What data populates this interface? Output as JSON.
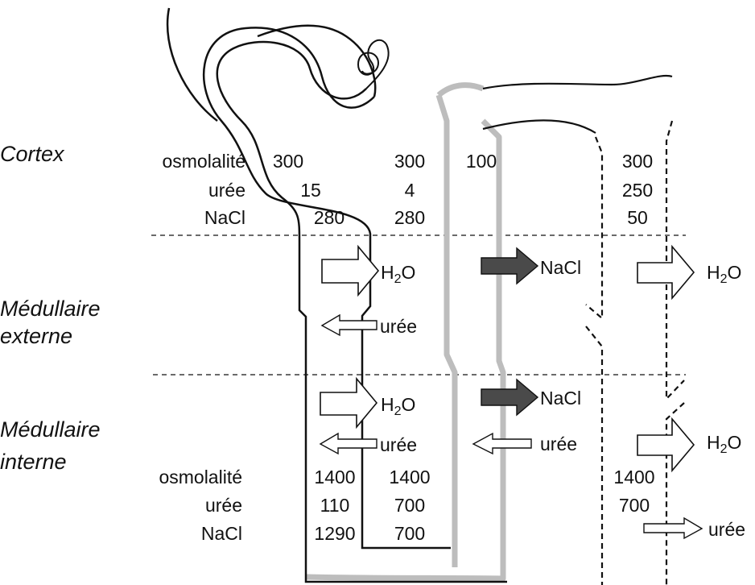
{
  "zones": {
    "cortex": "Cortex",
    "outer_medulla": [
      "Médullaire",
      "externe"
    ],
    "inner_medulla": [
      "Médullaire",
      "interne"
    ]
  },
  "rows": {
    "osmolality": "osmolalité",
    "urea": "urée",
    "nacl": "NaCl"
  },
  "cortex_values": {
    "descending_limb": {
      "osmolality": "300",
      "urea": "15",
      "nacl": "280"
    },
    "interstitium": {
      "osmolality": "300",
      "urea": "4",
      "nacl": "280"
    },
    "thick_ascending_limb": {
      "osmolality": "100"
    },
    "collecting_duct": {
      "osmolality": "300",
      "urea": "250",
      "nacl": "50"
    }
  },
  "inner_medulla_values": {
    "loop_tip": {
      "osmolality": "1400",
      "urea": "110",
      "nacl": "1290"
    },
    "interstitium": {
      "osmolality": "1400",
      "urea": "700",
      "nacl": "700"
    },
    "collecting_duct": {
      "osmolality": "1400",
      "urea": "700"
    }
  },
  "fluxes": {
    "water": {
      "base": "H",
      "sub": "2",
      "tail": "O"
    },
    "salt": "NaCl",
    "urea": "urée"
  },
  "colors": {
    "ink": "#111111",
    "ascending_limb_gray": "#bdbdbd",
    "active_transport_arrow": "#4a4a4a",
    "passive_arrow_fill": "#ffffff"
  }
}
